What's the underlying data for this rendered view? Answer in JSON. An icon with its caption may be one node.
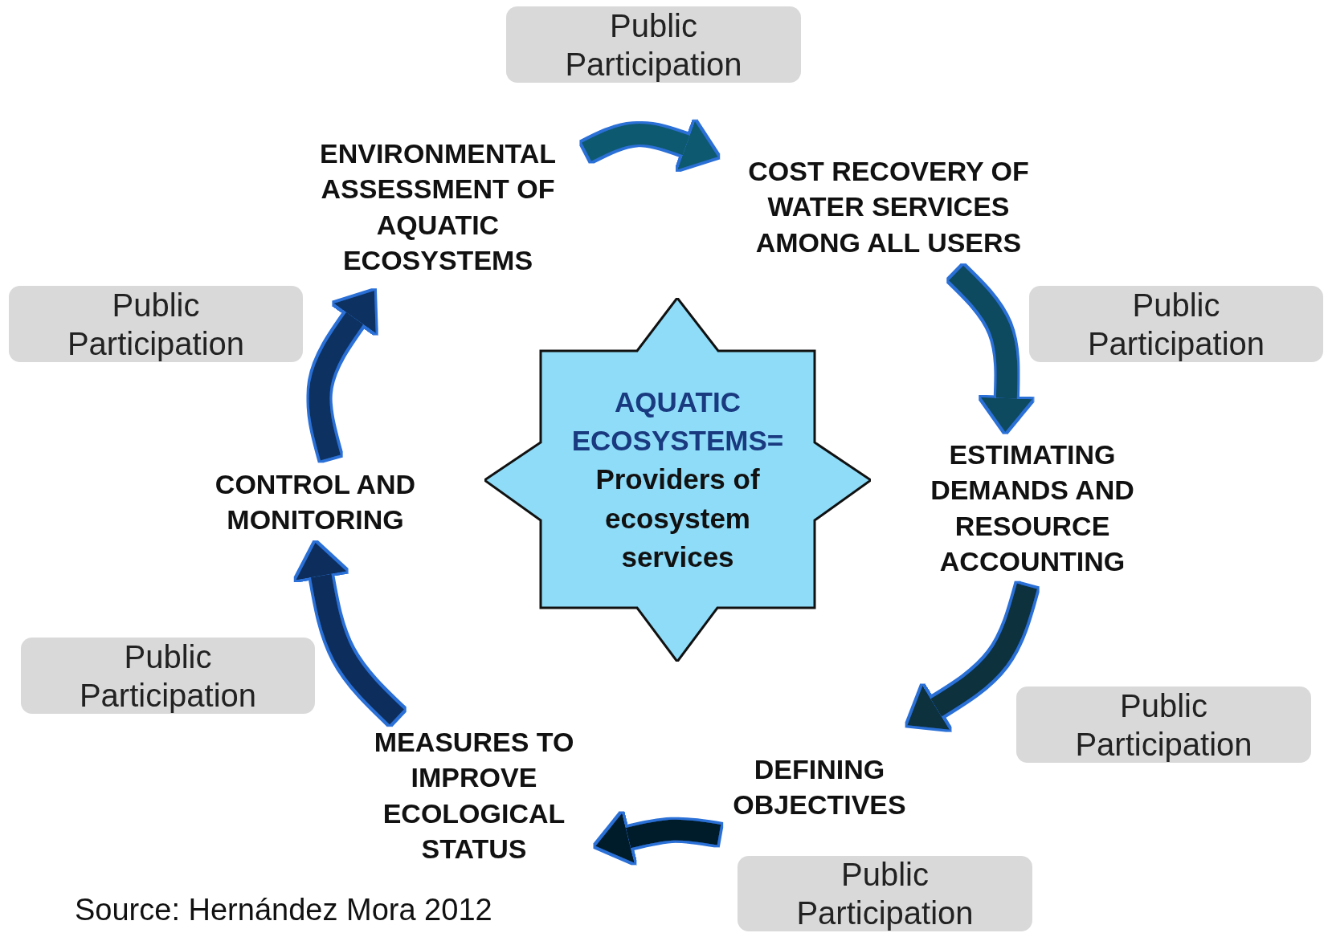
{
  "diagram": {
    "nodes": [
      {
        "text": [
          "Public Participation"
        ]
      },
      {
        "text": [
          "ENVIRONMENTAL ASSESSMENT OF AQUATIC ECOSYSTEMS"
        ]
      },
      {
        "text": [
          "COST RECOVERY OF WATER SERVICES AMONG ALL USERS"
        ]
      },
      {
        "text": [
          "Public Participation"
        ]
      },
      {
        "text": [
          "Public Participation"
        ]
      },
      {
        "text": [
          "AQUATIC ECOSYSTEMS=",
          "Providers of ecosystem services"
        ]
      },
      {
        "text": [
          "ESTIMATING DEMANDS AND RESOURCE ACCOUNTING"
        ]
      },
      {
        "text": [
          "CONTROL AND MONITORING"
        ]
      },
      {
        "text": [
          "Public Participation"
        ]
      },
      {
        "text": [
          "Public Participation"
        ]
      },
      {
        "text": [
          "DEFINING OBJECTIVES"
        ]
      },
      {
        "text": [
          "MEASURES TO IMPROVE ECOLOGICAL STATUS"
        ]
      },
      {
        "text": [
          "Public Participation"
        ]
      }
    ],
    "edges": [
      {
        "from": 1,
        "to": 2,
        "arrow": "to",
        "color": "#0f5a70"
      },
      {
        "from": 2,
        "to": 6,
        "arrow": "to",
        "color": "#0c4a5e"
      },
      {
        "from": 6,
        "to": 10,
        "arrow": "to",
        "color": "#07303d"
      },
      {
        "from": 10,
        "to": 11,
        "arrow": "to",
        "color": "#041f2a"
      },
      {
        "from": 11,
        "to": 7,
        "arrow": "to",
        "color": "#0c2f5c"
      },
      {
        "from": 7,
        "to": 1,
        "arrow": "to",
        "color": "#0e3362"
      }
    ],
    "labels": [
      "Source: Hernández Mora 2012"
    ]
  }
}
